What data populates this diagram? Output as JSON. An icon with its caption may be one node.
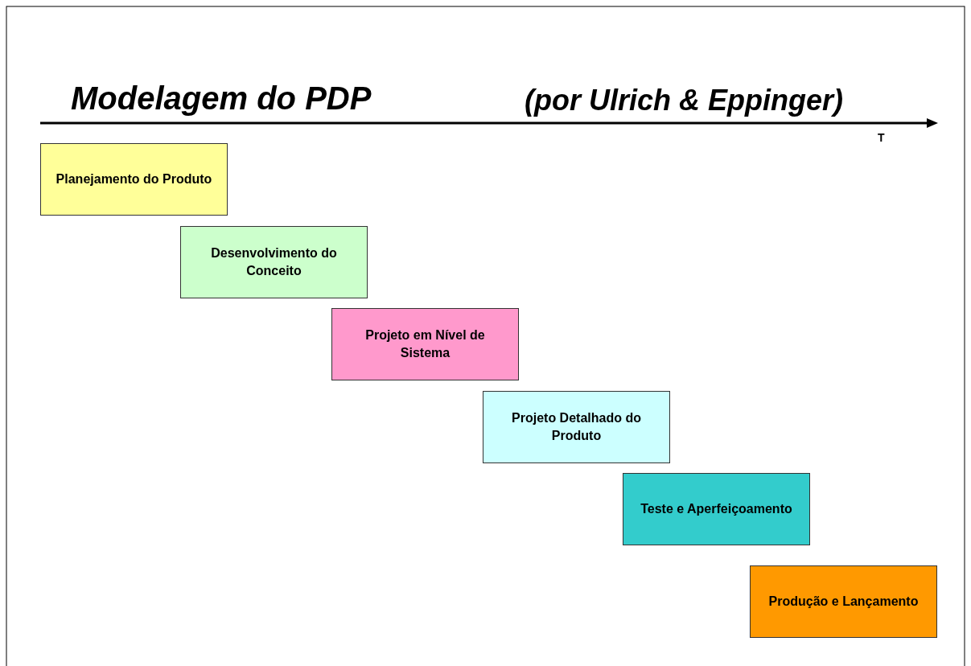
{
  "diagram": {
    "title": "Modelagem do PDP",
    "nodes": [
      {
        "text": [
          "Planejamento do Produto"
        ]
      },
      {
        "text": [
          "Desenvolvimento do Conceito"
        ]
      },
      {
        "text": [
          "Projeto em Nível de Sistema"
        ]
      },
      {
        "text": [
          "Projeto Detalhado do Produto"
        ]
      },
      {
        "text": [
          "Teste e Aperfeiçoamento"
        ]
      },
      {
        "text": [
          "Produção e Lançamento"
        ]
      }
    ],
    "labels": [
      "(por Ulrich & Eppinger)",
      "T"
    ]
  }
}
